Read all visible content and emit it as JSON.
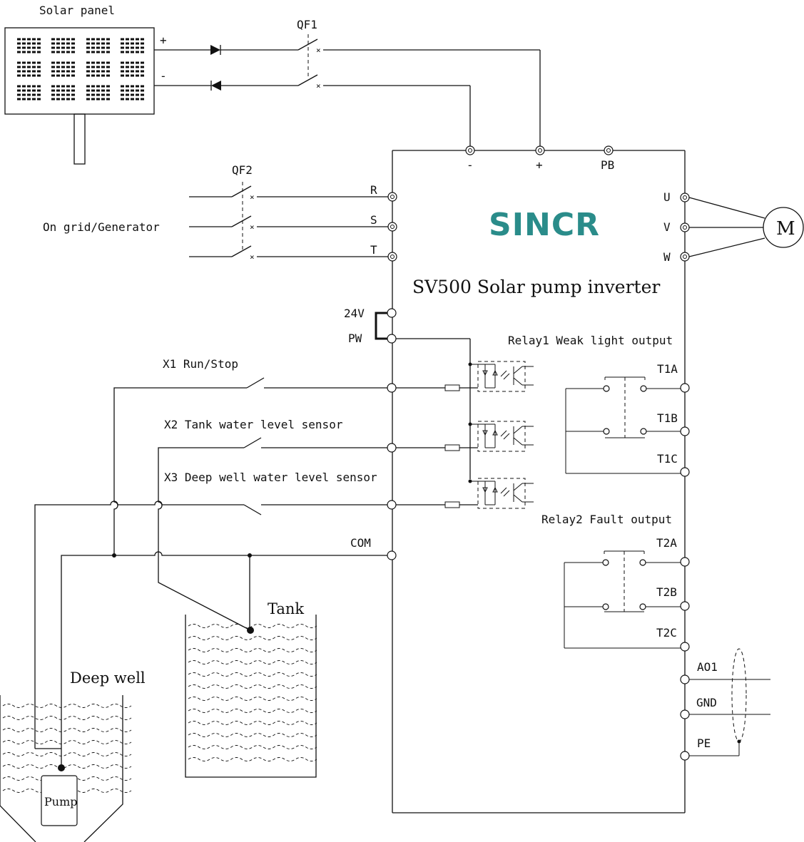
{
  "solar_panel": {
    "label": "Solar panel",
    "plus": "+",
    "minus": "-"
  },
  "breakers": {
    "qf1": "QF1",
    "qf2": "QF2"
  },
  "grid_source": "On grid/Generator",
  "dc_terminals": {
    "minus": "-",
    "plus": "+",
    "pb": "PB"
  },
  "input_terminals": {
    "r": "R",
    "s": "S",
    "t": "T"
  },
  "motor": {
    "u": "U",
    "v": "V",
    "w": "W",
    "symbol": "M"
  },
  "brand": {
    "name": "SINCR",
    "color": "#2a8c8a"
  },
  "inverter_title": "SV500 Solar pump inverter",
  "power_terminals": {
    "v24": "24V",
    "pw": "PW"
  },
  "digital_inputs": {
    "x1": "X1 Run/Stop",
    "x2": "X2 Tank water level sensor",
    "x3": "X3 Deep well water level sensor",
    "com": "COM"
  },
  "relay1": {
    "title": "Relay1 Weak light output",
    "t1a": "T1A",
    "t1b": "T1B",
    "t1c": "T1C"
  },
  "relay2": {
    "title": "Relay2 Fault output",
    "t2a": "T2A",
    "t2b": "T2B",
    "t2c": "T2C"
  },
  "analog": {
    "ao1": "AO1",
    "gnd": "GND",
    "pe": "PE"
  },
  "tank": {
    "label": "Tank"
  },
  "deep_well": {
    "label": "Deep well",
    "pump": "Pump"
  }
}
